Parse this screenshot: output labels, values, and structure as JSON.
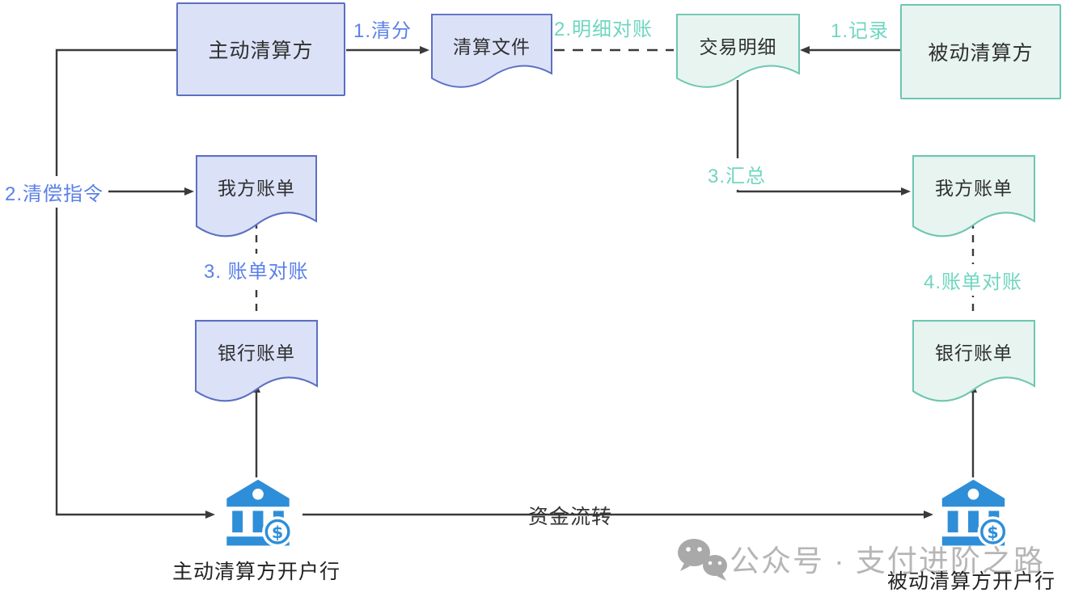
{
  "colors": {
    "purple_fill": "#dbe2f8",
    "purple_border": "#5c6fc2",
    "mint_fill": "#e7f4f0",
    "mint_border": "#6ec6b1",
    "blue_label": "#5b80e8",
    "teal_label": "#6fd6c0",
    "line": "#3a3a3a",
    "node_text": "#2f2f2f",
    "bank_blue": "#2e8ed8",
    "watermark_gray": "#b6b6b6"
  },
  "diagram": {
    "nodes": {
      "active_clearer": {
        "label": "主动清算方"
      },
      "clearing_file": {
        "label": "清算文件"
      },
      "transaction_detail": {
        "label": "交易明细"
      },
      "passive_clearer": {
        "label": "被动清算方"
      },
      "our_bill_left": {
        "label": "我方账单"
      },
      "bank_bill_left": {
        "label": "银行账单"
      },
      "our_bill_right": {
        "label": "我方账单"
      },
      "bank_bill_right": {
        "label": "银行账单"
      },
      "active_clearer_bank": {
        "label": "主动清算方开户行"
      },
      "passive_clearer_bank": {
        "label": "被动清算方开户行"
      }
    },
    "edges": {
      "clearing_split": {
        "label": "1.清分"
      },
      "detail_reconciliation": {
        "label": "2.明细对账"
      },
      "record": {
        "label": "1.记录"
      },
      "settlement_instruction": {
        "label": "2.清偿指令"
      },
      "bill_reconciliation_left": {
        "label": "3. 账单对账"
      },
      "summarize": {
        "label": "3.汇总"
      },
      "bill_reconciliation_right": {
        "label": "4.账单对账"
      },
      "fund_flow": {
        "label": "资金流转"
      }
    },
    "icons": {
      "bank": "bank-icon",
      "bank_badge_symbol": "$",
      "watermark": "wechat-icon"
    },
    "watermark": {
      "text": "公众号 · 支付进阶之路"
    }
  }
}
